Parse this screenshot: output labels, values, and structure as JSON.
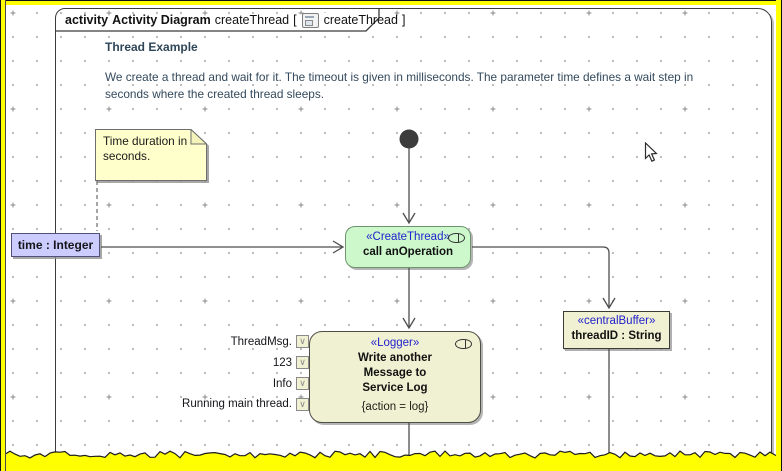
{
  "frame_header": {
    "keyword": "activity",
    "diagram_kind": "Activity Diagram",
    "diagram_name": "createThread",
    "open_bracket": "[",
    "context_name": "createThread",
    "close_bracket": "]"
  },
  "description": {
    "title": "Thread Example",
    "body": "We create a thread and wait for it. The timeout is given in milliseconds. The parameter time defines a wait step in\nseconds where the created thread sleeps."
  },
  "note": {
    "text": "Time duration in seconds."
  },
  "activity_parameter": {
    "label": "time : Integer"
  },
  "actions": {
    "create_thread": {
      "stereotype": "«CreateThread»",
      "name": "call anOperation"
    },
    "logger": {
      "stereotype": "«Logger»",
      "name": "Write another\nMessage to\nService Log",
      "constraint": "{action = log}"
    }
  },
  "pins": [
    {
      "label": "ThreadMsg."
    },
    {
      "label": "123"
    },
    {
      "label": "Info"
    },
    {
      "label": "Running main thread."
    }
  ],
  "central_buffer": {
    "stereotype": "«centralBuffer»",
    "name": "threadID : String"
  },
  "icons": {
    "value_pin_glyph": "∨"
  },
  "colors": {
    "selection_border": "#FFFF00",
    "note_fill": "#FFFFCC",
    "parameter_fill": "#CCCCFF",
    "action_create_fill": "#CCF8CC",
    "action_logger_fill": "#F0F0D2",
    "central_buffer_fill": "#F0F0D2",
    "stereotype_text": "#1F1FCC",
    "edge": "#4D4D4D"
  }
}
